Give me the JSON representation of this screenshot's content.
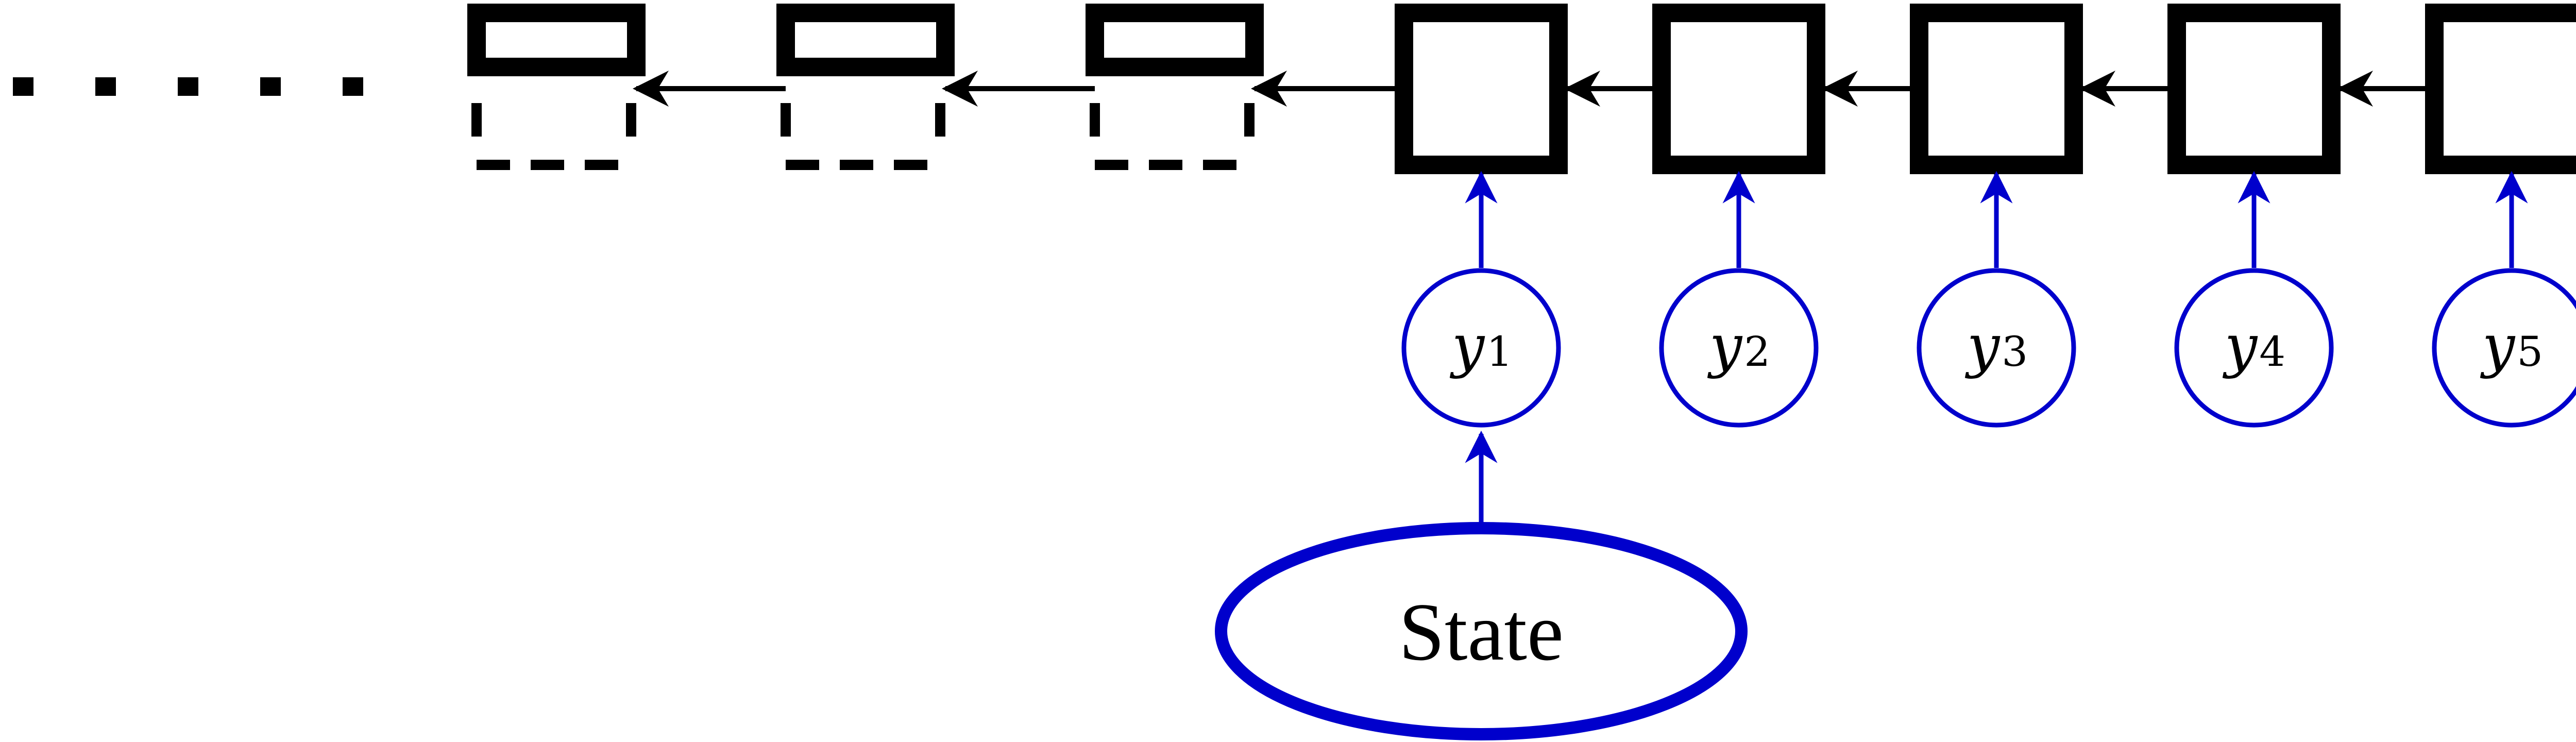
{
  "colors": {
    "ink": "#000000",
    "accent": "#0000cc"
  },
  "ellipsis_glyph": "......",
  "observations": [
    {
      "var": "y",
      "sub": "1"
    },
    {
      "var": "y",
      "sub": "2"
    },
    {
      "var": "y",
      "sub": "3"
    },
    {
      "var": "y",
      "sub": "4"
    },
    {
      "var": "y",
      "sub": "5"
    }
  ],
  "state_label": "State"
}
